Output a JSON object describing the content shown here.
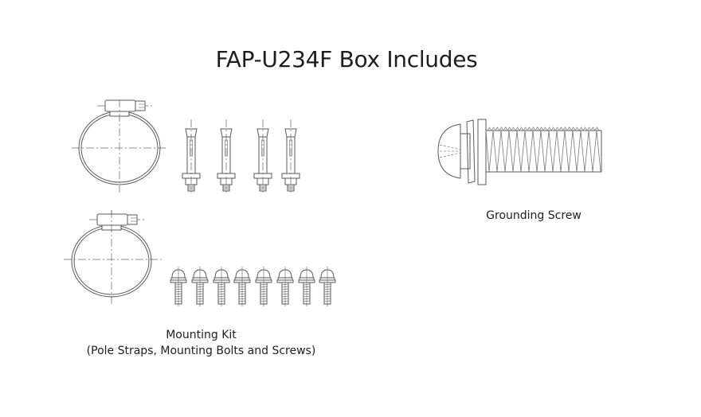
{
  "page": {
    "title": "FAP-U234F Box Includes"
  },
  "items": [
    {
      "name": "Mounting Kit",
      "caption_line1": "Mounting Kit",
      "caption_line2": "(Pole Straps, Mounting Bolts and Screws)",
      "components": [
        {
          "type": "pole-strap",
          "count": 2
        },
        {
          "type": "anchor-bolt",
          "count": 4
        },
        {
          "type": "screw",
          "count": 8
        }
      ]
    },
    {
      "name": "Grounding Screw",
      "caption_line1": "Grounding Screw",
      "components": [
        {
          "type": "grounding-screw",
          "count": 1
        }
      ]
    }
  ],
  "colors": {
    "line": "#5a5a5a",
    "text": "#1e1e1e",
    "background": "#ffffff"
  }
}
